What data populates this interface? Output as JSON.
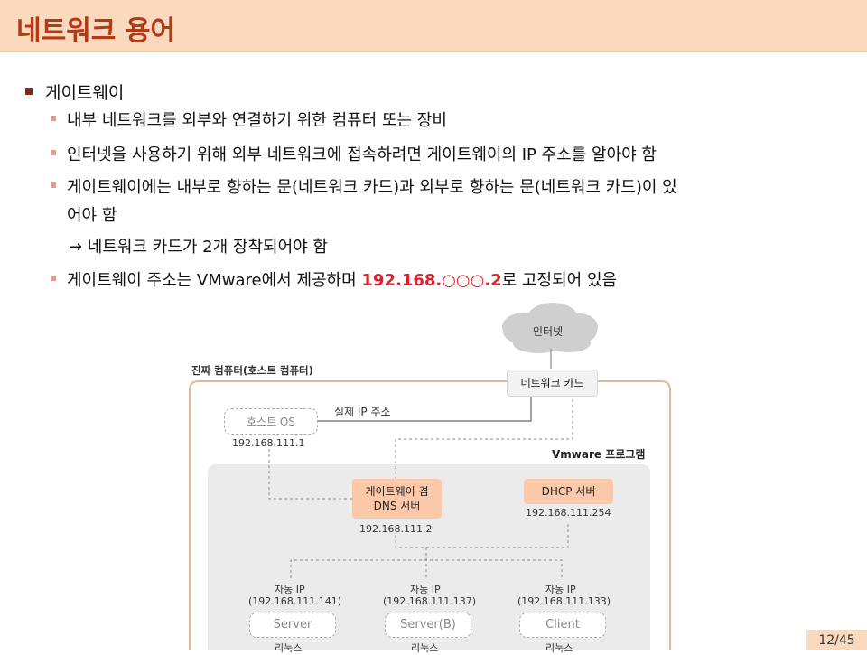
{
  "header": {
    "title": "네트워크 용어"
  },
  "bullets": {
    "main": "게이트웨이",
    "sub1": "내부 네트워크를 외부와 연결하기 위한 컴퓨터 또는 장비",
    "sub2": "인터넷을 사용하기 위해 외부 네트워크에 접속하려면 게이트웨이의 IP 주소를 알아야 함",
    "sub3_line1": "게이트웨이에는 내부로 향하는 문(네트워크 카드)과 외부로 향하는 문(네트워크 카드)이 있",
    "sub3_line2": "어야 함",
    "arrow_note": "→ 네트워크 카드가 2개 장착되어야 함",
    "sub4_prefix": "게이트웨이 주소는 VMware에서 제공하며 ",
    "sub4_highlight": "192.168.○○○.2",
    "sub4_suffix": "로 고정되어 있음"
  },
  "diagram": {
    "internet": "인터넷",
    "host_computer_label": "진짜 컴퓨터(호스트 컴퓨터)",
    "network_card": "네트워크 카드",
    "real_ip_label": "실제 IP 주소",
    "host_os": "호스트 OS",
    "host_os_ip": "192.168.111.1",
    "vmware_program": "Vmware 프로그램",
    "gateway_line1": "게이트웨이 겸",
    "gateway_line2": "DNS 서버",
    "gateway_ip": "192.168.111.2",
    "dhcp": "DHCP 서버",
    "dhcp_ip": "192.168.111.254",
    "clients": [
      {
        "auto": "자동 IP",
        "ip": "(192.168.111.141)",
        "name": "Server",
        "os": "리눅스"
      },
      {
        "auto": "자동 IP",
        "ip": "(192.168.111.137)",
        "name": "Server(B)",
        "os": "리눅스"
      },
      {
        "auto": "자동 IP",
        "ip": "(192.168.111.133)",
        "name": "Client",
        "os": "리눅스"
      }
    ]
  },
  "footer": {
    "page": "12/45"
  },
  "colors": {
    "title_bg": "#fbd9bd",
    "title_text": "#b23a16",
    "highlight": "#e0202a",
    "box_orange": "#fbc8aa"
  }
}
